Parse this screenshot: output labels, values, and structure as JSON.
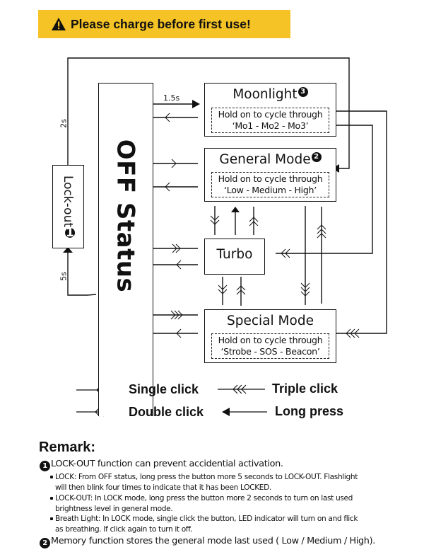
{
  "banner": {
    "text": "Please charge before first use!",
    "icon": "warning-triangle-icon",
    "background": "#f5c325"
  },
  "diagram": {
    "off_status": {
      "label": "OFF Status"
    },
    "lockout": {
      "label": "Lock-out",
      "note_number": "1"
    },
    "timings": {
      "to_moonlight": "1.5s",
      "lockout_to_general": "2s",
      "off_to_lockout": "5s"
    },
    "modes": [
      {
        "id": "moonlight",
        "title": "Moonlight",
        "note_number": "3",
        "hold_line1": "Hold on to cycle through",
        "hold_line2": "‘Mo1 - Mo2 - Mo3’"
      },
      {
        "id": "general",
        "title": "General Mode",
        "note_number": "2",
        "hold_line1": "Hold on to cycle through",
        "hold_line2": "‘Low - Medium - High’"
      },
      {
        "id": "turbo",
        "title": "Turbo"
      },
      {
        "id": "special",
        "title": "Special Mode",
        "hold_line1": "Hold on to  cycle through",
        "hold_line2": "‘Strobe - SOS - Beacon’"
      }
    ]
  },
  "legend": {
    "single": "Single click",
    "double": "Double click",
    "triple": "Triple click",
    "long": "Long press"
  },
  "remark": {
    "title": "Remark:",
    "items": [
      {
        "number": "1",
        "text": "LOCK-OUT function can prevent accidential activation.",
        "sub": [
          {
            "line1": "LOCK: From OFF status, long press the button more 5 seconds to LOCK-OUT. Flashlight",
            "line2": "will then blink four times to indicate that it has been LOCKED."
          },
          {
            "line1": "LOCK-OUT: In LOCK mode, long press the button more 2 seconds to turn on last used",
            "line2": "brightness level in general mode."
          },
          {
            "line1": "Breath Light: In LOCK mode, single click the button, LED indicator will turn on  and flick",
            "line2": "as breathing. If click again to turn it off."
          }
        ]
      },
      {
        "number": "2",
        "text": "Memory function stores the general mode last used ( Low / Medium / High)."
      }
    ]
  }
}
